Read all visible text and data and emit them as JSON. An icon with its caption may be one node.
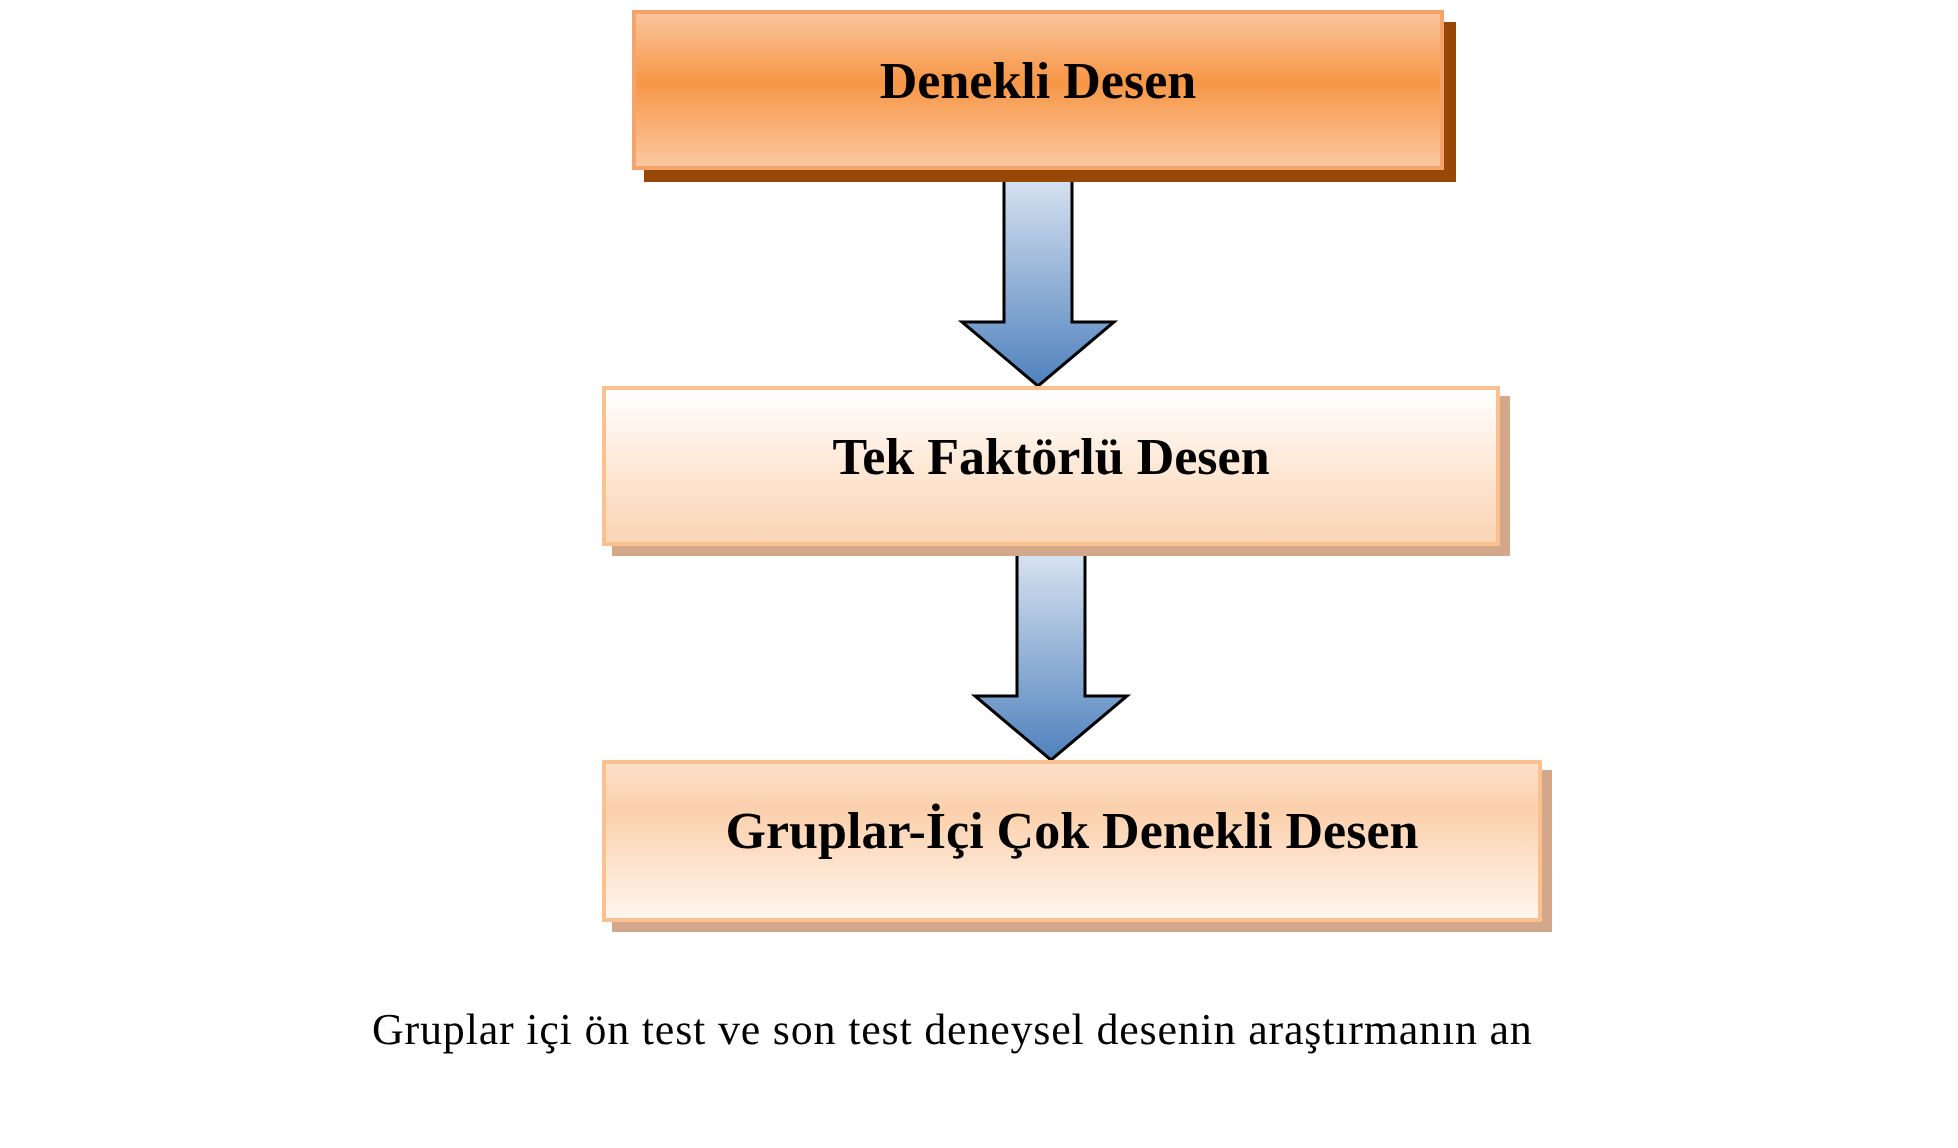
{
  "diagram": {
    "nodes": [
      {
        "text": [
          "Denekli Desen"
        ]
      },
      {
        "text": [
          "Tek Faktörlü Desen"
        ]
      },
      {
        "text": [
          "Gruplar-İçi Çok Denekli Desen"
        ]
      }
    ],
    "edges": [
      {
        "from": 0,
        "to": 1,
        "arrow": "to"
      },
      {
        "from": 1,
        "to": 2,
        "arrow": "to"
      }
    ],
    "labels": [
      "Gruplar içi ön test ve son test deneysel desenin araştırmanın an"
    ]
  }
}
